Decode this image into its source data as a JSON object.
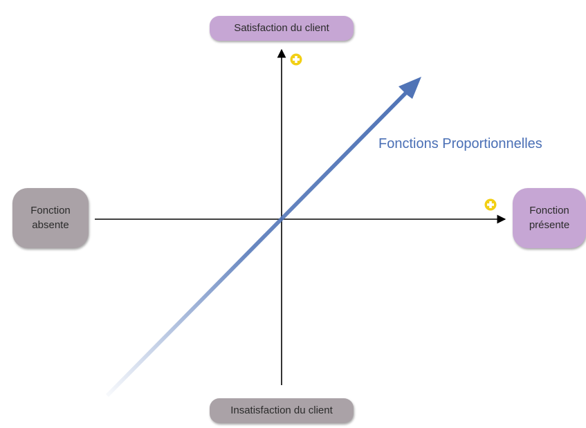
{
  "axis_labels": {
    "top": "Satisfaction du client",
    "bottom": "Insatisfaction du client",
    "left": [
      "Fonction",
      "absente"
    ],
    "right": [
      "Fonction",
      "présente"
    ]
  },
  "trend": {
    "label": "Fonctions Proportionnelles"
  },
  "icons": {
    "plus_marker": "plus-circle-icon"
  },
  "colors": {
    "purple_pill": "#c6a6d4",
    "grey_pill": "#aaa2a7",
    "trend_blue": "#4f73b6",
    "label_blue": "#4a6fb5",
    "axis": "#000000",
    "plus_yellow": "#f2cf14"
  }
}
